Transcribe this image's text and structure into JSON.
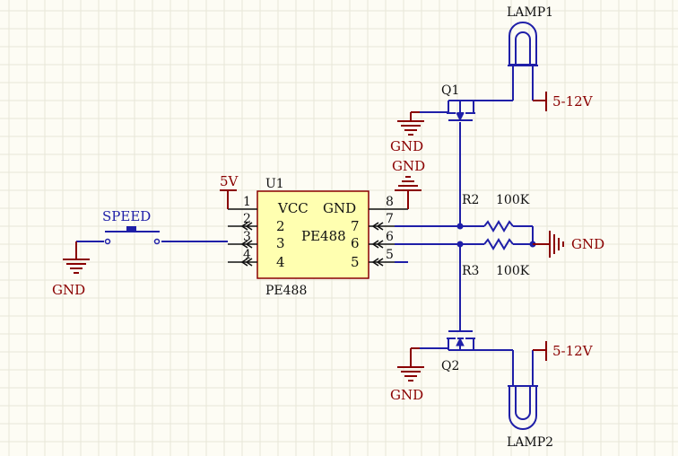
{
  "u1": {
    "designator": "U1",
    "chip_label": "PE488",
    "part_name": "PE488",
    "vcc": "VCC",
    "gnd": "GND",
    "pin_nums": [
      "1",
      "2",
      "3",
      "4",
      "5",
      "6",
      "7",
      "8"
    ],
    "inner_left": [
      "2",
      "3",
      "4"
    ],
    "inner_right": [
      "7",
      "6",
      "5"
    ]
  },
  "power": {
    "v5": "5V",
    "v512_top": "5-12V",
    "v512_bottom": "5-12V"
  },
  "gnd": {
    "label": "GND"
  },
  "switch": {
    "label": "SPEED"
  },
  "r2": {
    "designator": "R2",
    "value": "100K"
  },
  "r3": {
    "designator": "R3",
    "value": "100K"
  },
  "q1": {
    "designator": "Q1"
  },
  "q2": {
    "designator": "Q2"
  },
  "lamp1": {
    "designator": "LAMP1"
  },
  "lamp2": {
    "designator": "LAMP2"
  },
  "colors": {
    "wire": "#1f1fa8",
    "part": "#8a0000",
    "chip_fill": "#ffffb0"
  }
}
